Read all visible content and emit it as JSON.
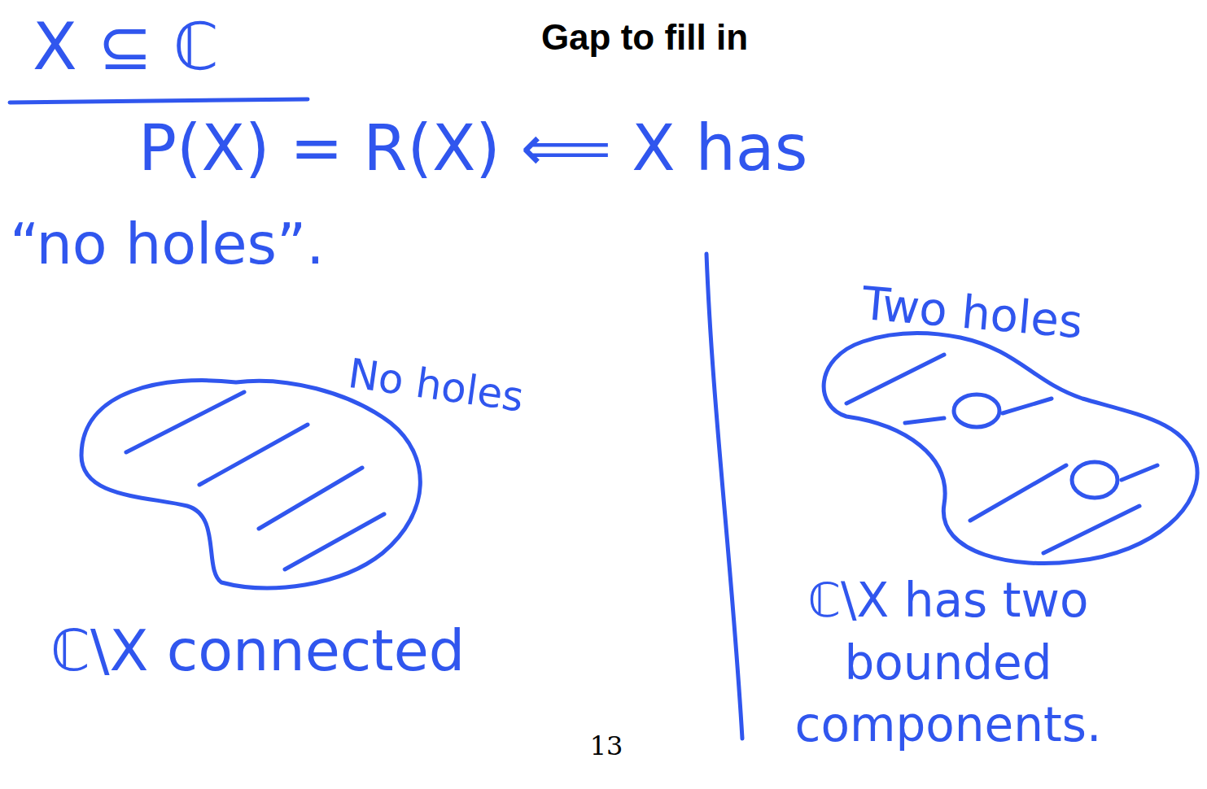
{
  "diagram": {
    "title": "Gap to fill in",
    "labels": [
      "X ⊆ ℂ",
      "P(X) = R(X) ⟸ X has",
      "“no holes”.",
      "No holes",
      "ℂ\\X connected",
      "Two holes",
      "ℂ\\X has two bounded components.",
      "13"
    ]
  }
}
